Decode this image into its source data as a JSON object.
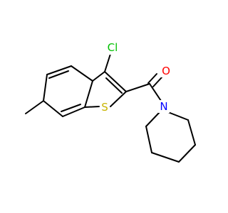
{
  "molecule": {
    "atoms": [
      {
        "id": "Cl",
        "label": "Cl",
        "color": "#00c000"
      },
      {
        "id": "O",
        "label": "O",
        "color": "#ff0000"
      },
      {
        "id": "S",
        "label": "S",
        "color": "#c8b400"
      },
      {
        "id": "N",
        "label": "N",
        "color": "#0000ff"
      }
    ]
  }
}
